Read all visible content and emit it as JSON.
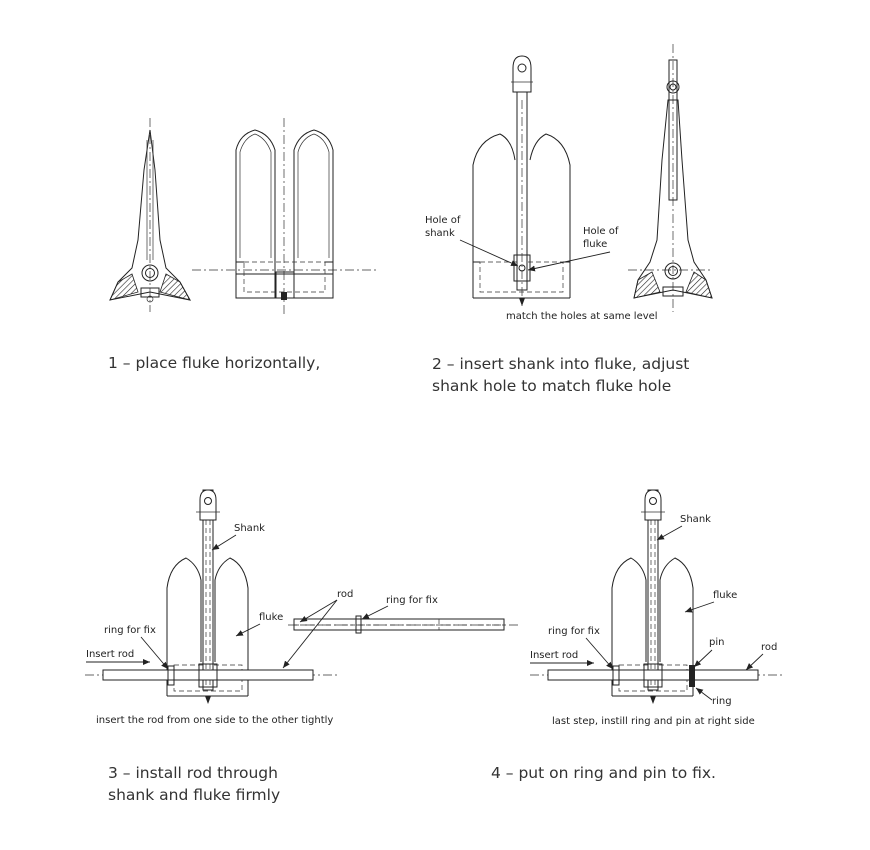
{
  "steps": [
    {
      "caption_lines": [
        "1 – place fluke horizontally,"
      ]
    },
    {
      "caption_lines": [
        "2 – insert shank into fluke, adjust",
        "shank hole to match fluke hole"
      ],
      "labels": {
        "hole_of_shank": [
          "Hole of",
          "shank"
        ],
        "hole_of_fluke": [
          "Hole of",
          "fluke"
        ],
        "note": "match the holes at same level"
      }
    },
    {
      "caption_lines": [
        "3 – install rod through",
        "shank and fluke firmly"
      ],
      "labels": {
        "shank": "Shank",
        "fluke": "fluke",
        "rod": "rod",
        "ring_for_fix_rod": "ring for fix",
        "ring_for_fix": "ring for fix",
        "insert_rod": "Insert rod",
        "note": "insert the rod from one side to the other tightly"
      }
    },
    {
      "caption_lines": [
        "4 – put on ring and pin to fix."
      ],
      "labels": {
        "shank": "Shank",
        "fluke": "fluke",
        "pin": "pin",
        "rod": "rod",
        "ring_for_fix": "ring for fix",
        "insert_rod": "Insert rod",
        "ring": "ring",
        "note": "last step, instill ring and pin at right side"
      }
    }
  ]
}
